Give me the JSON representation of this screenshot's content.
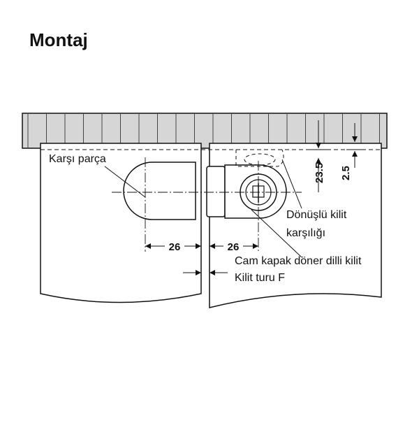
{
  "title": "Montaj",
  "labels": {
    "karsi_parca": "Karşı parça",
    "donuslu_kilit": "Dönüşlü kilit",
    "karsiligi": "karşılığı",
    "cam_kapak": "Cam kapak döner dilli kilit",
    "kilit_turu": "Kilit  turu F"
  },
  "dimensions": {
    "left_offset": "26",
    "right_offset": "26",
    "depth_main": "23.5",
    "depth_small": "2.5"
  },
  "colors": {
    "ink": "#111111",
    "shelf_fill": "#d6d6d6",
    "background": "#ffffff"
  }
}
